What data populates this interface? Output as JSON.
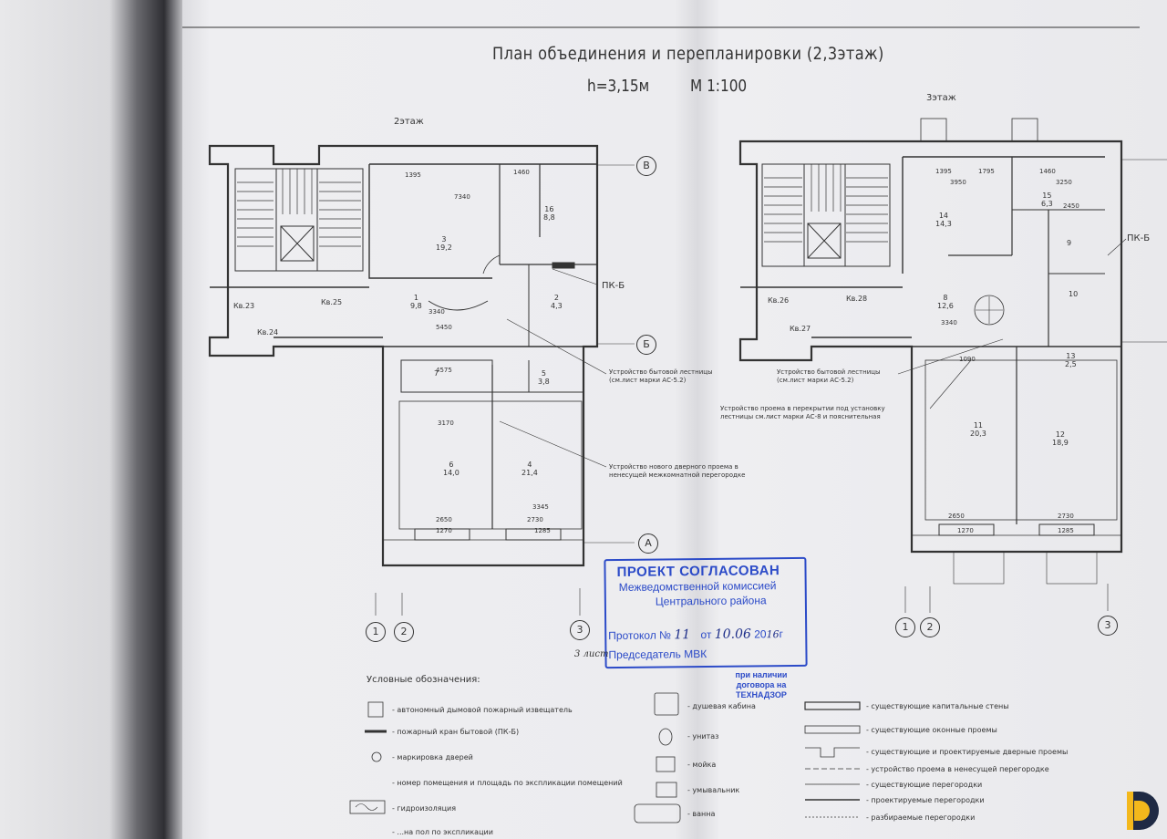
{
  "title": "План объединения и перепланировки  (2,3этаж)",
  "height_label": "h=3,15м",
  "scale_label": "М 1:100",
  "floors": {
    "left": "2этаж",
    "right": "3этаж"
  },
  "axes": {
    "b": "В",
    "bb": "Б",
    "a": "А",
    "n1": "1",
    "n2": "2",
    "n3": "3"
  },
  "flat_tags": {
    "kv23": "Кв.23",
    "kv24": "Кв.24",
    "kv25": "Кв.25",
    "kv26": "Кв.26",
    "kv27": "Кв.27",
    "kv28": "Кв.28",
    "pk_left": "ПК-Б",
    "pk_right": "ПК-Б"
  },
  "rooms_left": [
    {
      "num": "3",
      "area": "19,2"
    },
    {
      "num": "1",
      "area": "9,8"
    },
    {
      "num": "2",
      "area": "4,3"
    },
    {
      "num": "16",
      "area": "8,8"
    },
    {
      "num": "5",
      "area": "3,8"
    },
    {
      "num": "7",
      "area": ""
    },
    {
      "num": "6",
      "area": "14,0"
    },
    {
      "num": "4",
      "area": "21,4"
    }
  ],
  "rooms_right": [
    {
      "num": "14",
      "area": "14,3"
    },
    {
      "num": "15",
      "area": "6,3"
    },
    {
      "num": "8",
      "area": "12,6"
    },
    {
      "num": "11",
      "area": "20,3"
    },
    {
      "num": "12",
      "area": "18,9"
    },
    {
      "num": "13",
      "area": "2,5"
    },
    {
      "num": "10",
      "area": ""
    },
    {
      "num": "9",
      "area": ""
    }
  ],
  "dims": {
    "d7340": "7340",
    "d1395": "1395",
    "d1795": "1795",
    "d1460": "1460",
    "d3950": "3950",
    "d3250": "3250",
    "d3340": "3340",
    "d5450": "5450",
    "d3170": "3170",
    "d2650": "2650",
    "d2730": "2730",
    "d1270": "1270",
    "d1285": "1285",
    "d3345": "3345",
    "d4575": "4575",
    "d1090": "1090",
    "d2450": "2450"
  },
  "callouts": {
    "stair_left": [
      "Устройство бытовой лестницы",
      "(см.лист марки АС-5.2)"
    ],
    "door_new": [
      "Устройство нового дверного проема в",
      "ненесущей межкомнатной перегородке"
    ],
    "stair_right": [
      "Устройство бытовой лестницы",
      "(см.лист марки АС-5.2)"
    ],
    "opening": [
      "Устройство проема в перекрытии под установку",
      "лестницы см.лист марки АС-8 и пояснительная"
    ]
  },
  "stamp": {
    "line1": "ПРОЕКТ СОГЛАСОВАН",
    "line2": "Межведомственной комиссией",
    "line3": "Центрального района",
    "line4": "Протокол №",
    "line4b": "от",
    "line4c": "20",
    "line4d": "г",
    "line5": "Председатель МВК",
    "hw_num": "11",
    "hw_date": "10.06",
    "hw_year": "16"
  },
  "stamp2": [
    "при наличии",
    "договора на",
    "ТЕХНАДЗОР"
  ],
  "hand_note": "3 лист",
  "legend": {
    "title": "Условные обозначения:",
    "items_left": [
      "- автономный дымовой пожарный извещатель",
      "- пожарный кран бытовой (ПК-Б)",
      "- маркировка дверей",
      "- номер помещения и площадь по экспликации помещений",
      "- гидроизоляция",
      "- ...на пол по экспликации"
    ],
    "items_mid": [
      "- душевая кабина",
      "- унитаз",
      "- мойка",
      "- умывальник",
      "- ванна"
    ],
    "items_right": [
      "- существующие капитальные стены",
      "- существующие оконные проемы",
      "- существующие и проектируемые дверные проемы",
      "- устройство проема в ненесущей перегородке",
      "- существующие перегородки",
      "- проектируемые перегородки",
      "- разбираемые перегородки"
    ]
  },
  "colors": {
    "stamp": "#2c4bc8",
    "ink": "#333333",
    "logo_yellow": "#f3b81c",
    "logo_dark": "#1f2a44"
  }
}
